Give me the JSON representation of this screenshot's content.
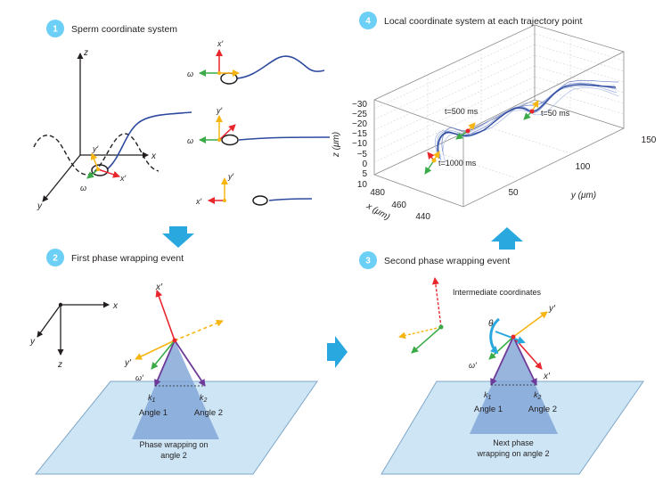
{
  "panels": [
    {
      "number": "1",
      "title": "Sperm coordinate system"
    },
    {
      "number": "2",
      "title": "First phase wrapping event"
    },
    {
      "number": "3",
      "title": "Second phase wrapping event"
    },
    {
      "number": "4",
      "title": "Local coordinate system at each trajectory point"
    }
  ],
  "panel1": {
    "axis_z": "z",
    "axis_x": "x",
    "axis_y": "y",
    "local_x": "x′",
    "local_y": "y′",
    "omega": "ω",
    "inset_x": "x′",
    "inset_y": "y′",
    "inset_omega": "ω"
  },
  "panel2": {
    "axis_x": "x",
    "axis_y": "y",
    "axis_z": "z",
    "local_x": "x′",
    "local_y": "y′",
    "omega": "ω′",
    "k1": "k",
    "k1_sub": "1",
    "k2": "k",
    "k2_sub": "2",
    "angle1": "Angle 1",
    "angle2": "Angle 2",
    "wrap_line1": "Phase wrapping on",
    "wrap_line2": "angle 2"
  },
  "panel3": {
    "intermediate": "Intermediate coordinates",
    "theta": "θ",
    "local_x": "x′",
    "local_y": "y′",
    "omega": "ω′",
    "k1": "k",
    "k1_sub": "1",
    "k2": "k",
    "k2_sub": "2",
    "angle1": "Angle 1",
    "angle2": "Angle 2",
    "wrap_line1": "Next phase",
    "wrap_line2": "wrapping on angle 2"
  },
  "panel4": {
    "z_label": "z (μm)",
    "x_label": "x (μm)",
    "y_label": "y (μm)",
    "z_ticks": [
      "−30",
      "−25",
      "−20",
      "−15",
      "−10",
      "−5",
      "0",
      "5",
      "10"
    ],
    "x_ticks": [
      "480",
      "460",
      "440"
    ],
    "y_ticks": [
      "50",
      "100",
      "150"
    ],
    "t_labels": [
      "t=500 ms",
      "t=50 ms",
      "t=1000 ms"
    ]
  },
  "colors": {
    "badge": "#6ccff6",
    "arrow_fill": "#29a8e0",
    "red": "#e8262c",
    "yellow": "#f7b512",
    "green": "#3bab48",
    "purple": "#6e3a99",
    "blue_curve": "#2e4a9e",
    "plane": "#cde5f5",
    "pyramid": "#7ea3d6"
  },
  "icons": [
    "right-arrow-icon",
    "down-arrow-icon",
    "up-arrow-icon"
  ]
}
